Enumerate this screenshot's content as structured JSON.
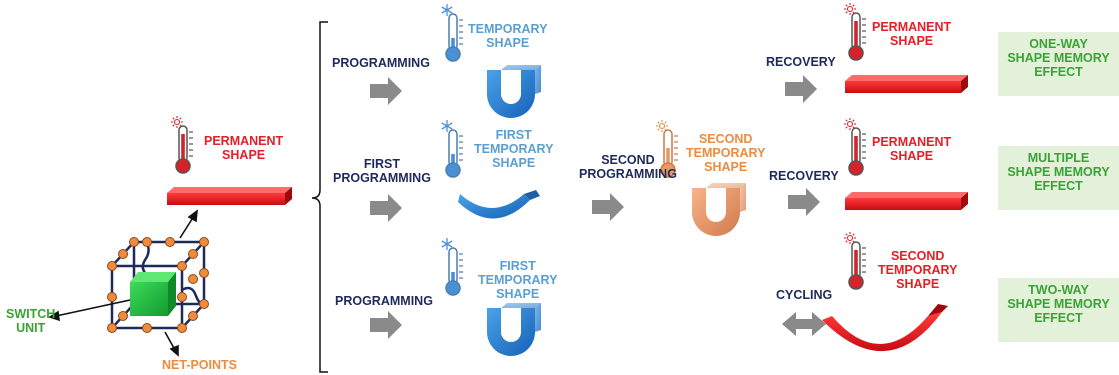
{
  "structure": {
    "permanent_shape": "PERMANENT\nSHAPE",
    "switch_unit": "SWITCH\nUNIT",
    "net_points": "NET-POINTS"
  },
  "rows": [
    {
      "step1": "PROGRAMMING",
      "shape1": "TEMPORARY\nSHAPE",
      "step2": "RECOVERY",
      "shape2": "PERMANENT\nSHAPE",
      "effect": "ONE-WAY\nSHAPE MEMORY\nEFFECT"
    },
    {
      "step1": "FIRST\nPROGRAMMING",
      "shape1": "FIRST\nTEMPORARY\nSHAPE",
      "step_mid": "SECOND\nPROGRAMMING",
      "shape_mid": "SECOND\nTEMPORARY\nSHAPE",
      "step2": "RECOVERY",
      "shape2": "PERMANENT\nSHAPE",
      "effect": "MULTIPLE\nSHAPE MEMORY\nEFFECT"
    },
    {
      "step1": "PROGRAMMING",
      "shape1": "FIRST\nTEMPORARY\nSHAPE",
      "step2": "CYCLING",
      "shape2": "SECOND\nTEMPORARY\nSHAPE",
      "effect": "TWO-WAY\nSHAPE MEMORY\nEFFECT"
    }
  ],
  "colors": {
    "navy": "#1f2a5c",
    "red": "#e61e25",
    "light_blue": "#5a9fd4",
    "orange": "#f08a3c",
    "green": "#3aa335",
    "arrow_gray": "#8a8a8a",
    "box_fill": "#e3f0da"
  },
  "icons": [
    "thermometer-hot-icon",
    "thermometer-cold-icon",
    "snowflake-icon",
    "sun-icon"
  ]
}
